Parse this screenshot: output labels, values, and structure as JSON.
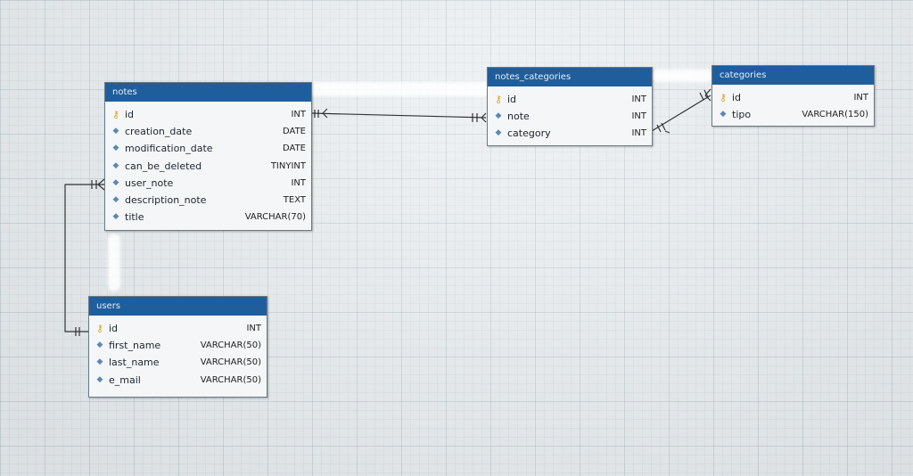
{
  "entities": {
    "notes": {
      "name": "notes",
      "fields": [
        {
          "name": "id",
          "type": "INT",
          "icon": "key-icon"
        },
        {
          "name": "creation_date",
          "type": "DATE",
          "icon": "column-diamond-icon"
        },
        {
          "name": "modification_date",
          "type": "DATE",
          "icon": "column-diamond-icon"
        },
        {
          "name": "can_be_deleted",
          "type": "TINYINT",
          "icon": "column-diamond-icon"
        },
        {
          "name": "user_note",
          "type": "INT",
          "icon": "column-diamond-icon"
        },
        {
          "name": "description_note",
          "type": "TEXT",
          "icon": "column-diamond-icon"
        },
        {
          "name": "title",
          "type": "VARCHAR(70)",
          "icon": "column-diamond-icon"
        }
      ]
    },
    "notes_categories": {
      "name": "notes_categories",
      "fields": [
        {
          "name": "id",
          "type": "INT",
          "icon": "key-icon"
        },
        {
          "name": "note",
          "type": "INT",
          "icon": "column-diamond-icon"
        },
        {
          "name": "category",
          "type": "INT",
          "icon": "column-diamond-icon"
        }
      ]
    },
    "categories": {
      "name": "categories",
      "fields": [
        {
          "name": "id",
          "type": "INT",
          "icon": "key-icon"
        },
        {
          "name": "tipo",
          "type": "VARCHAR(150)",
          "icon": "column-diamond-icon"
        }
      ]
    },
    "users": {
      "name": "users",
      "fields": [
        {
          "name": "id",
          "type": "INT",
          "icon": "key-icon"
        },
        {
          "name": "first_name",
          "type": "VARCHAR(50)",
          "icon": "column-diamond-icon"
        },
        {
          "name": "last_name",
          "type": "VARCHAR(50)",
          "icon": "column-diamond-icon"
        },
        {
          "name": "e_mail",
          "type": "VARCHAR(50)",
          "icon": "column-diamond-icon"
        }
      ]
    }
  },
  "colors": {
    "header": "#1f5e9c",
    "key": "#d7a522",
    "column_marker": "#5b88b5",
    "connector": "#333333"
  }
}
